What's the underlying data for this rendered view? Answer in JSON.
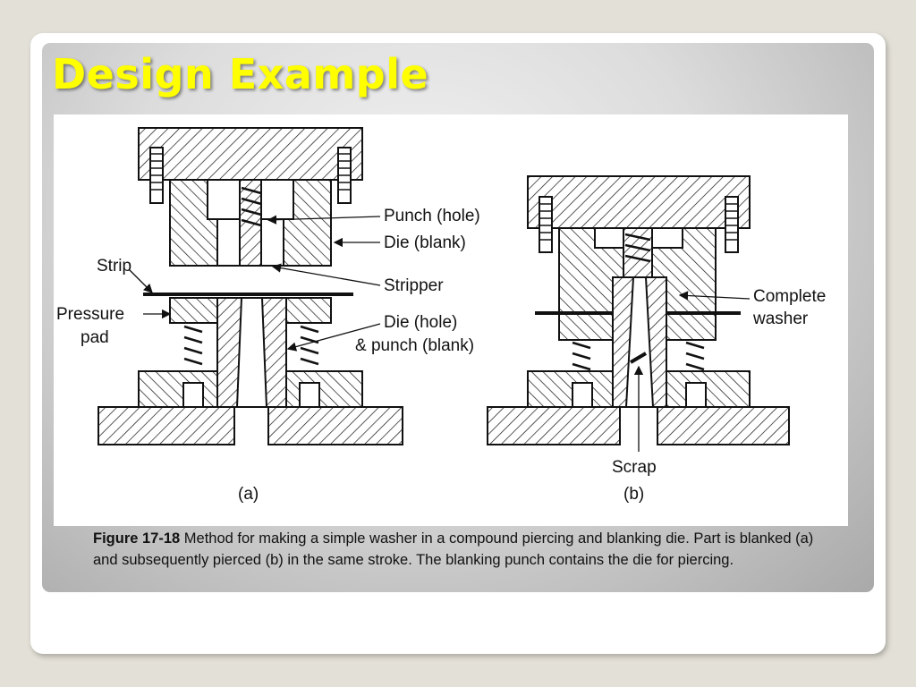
{
  "slide": {
    "title": "Design Example"
  },
  "figure": {
    "labels_a": {
      "punch_hole": "Punch (hole)",
      "die_blank": "Die (blank)",
      "strip": "Strip",
      "stripper": "Stripper",
      "pressure": "Pressure",
      "pad": "pad",
      "die_hole": "Die (hole)",
      "punch_blank": "& punch (blank)",
      "panel_label": "(a)"
    },
    "labels_b": {
      "complete": "Complete",
      "washer": "washer",
      "scrap": "Scrap",
      "panel_label": "(b)"
    }
  },
  "caption": {
    "figure_number": "Figure 17-18",
    "text": " Method for making a simple washer in a compound piercing and blanking die. Part is blanked (a) and subsequently pierced (b) in the same stroke. The blanking punch contains the die for piercing."
  }
}
